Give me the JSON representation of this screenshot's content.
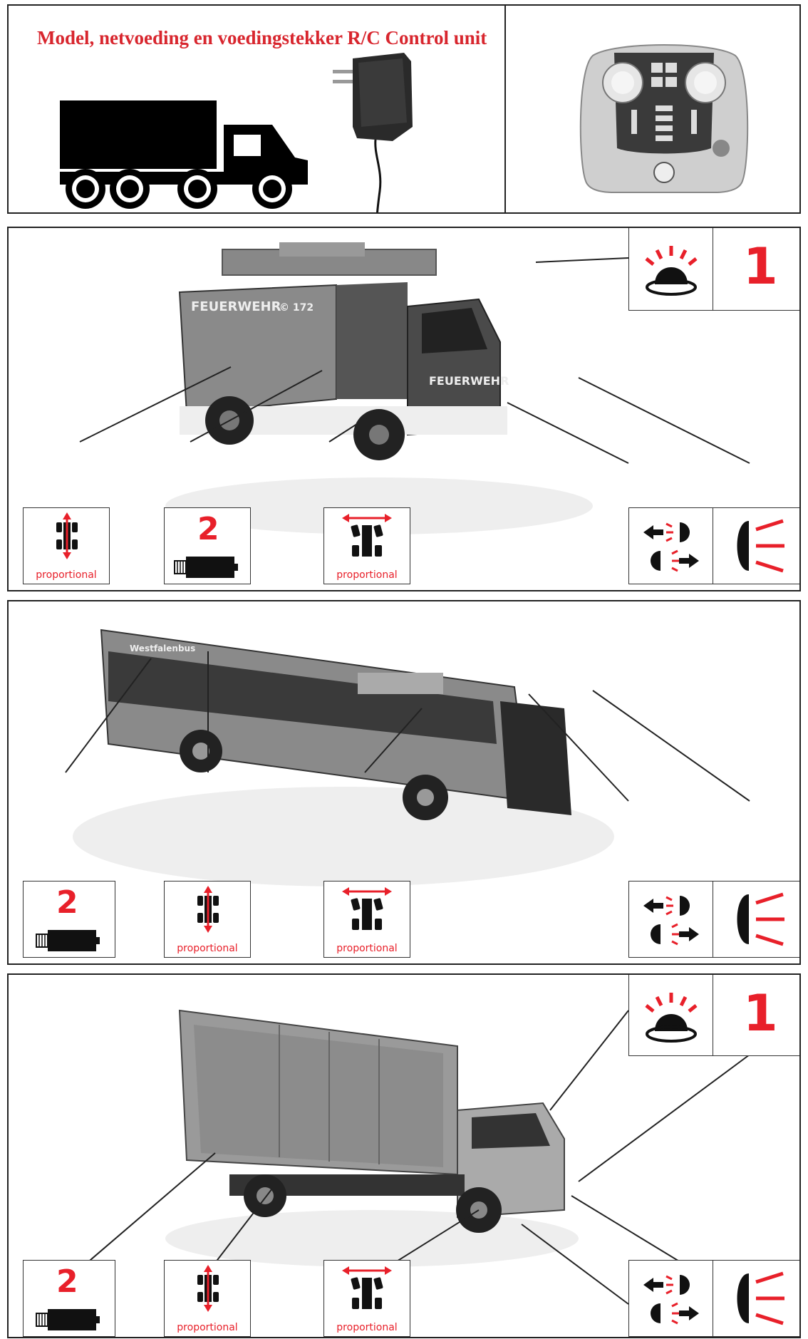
{
  "header": {
    "title": "Model, netvoeding en voedingstekker R/C Control unit"
  },
  "badges": {
    "beacon_channel": "1",
    "motor_channel": "2",
    "proportional": "proportional"
  },
  "vehicles": [
    {
      "id": "fire-truck",
      "text_door": "FEUERWEHR",
      "text_cab": "FEUERWEHR",
      "number": "© 172"
    },
    {
      "id": "bus",
      "route": "Westfalenbus"
    },
    {
      "id": "garbage-truck"
    }
  ],
  "colors": {
    "accent": "#e8202a",
    "title": "#d8262e",
    "border": "#222222"
  },
  "icons": [
    "truck-icon",
    "power-adapter-icon",
    "remote-control-icon",
    "beacon-icon",
    "motor-icon",
    "drive-proportional-icon",
    "steering-proportional-icon",
    "turn-signal-icon",
    "headlight-icon"
  ]
}
